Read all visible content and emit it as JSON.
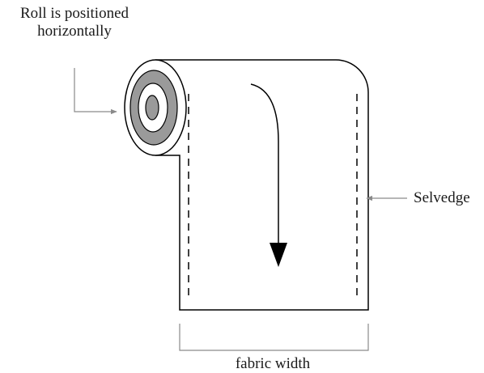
{
  "labels": {
    "roll_line1": "Roll is positioned",
    "roll_line2": "horizontally",
    "selvedge": "Selvedge",
    "fabric_width": "fabric width"
  },
  "colors": {
    "outline": "#000000",
    "pointer": "#8a8a8a",
    "roll_ring": "#9a9a9a",
    "background": "#ffffff"
  }
}
